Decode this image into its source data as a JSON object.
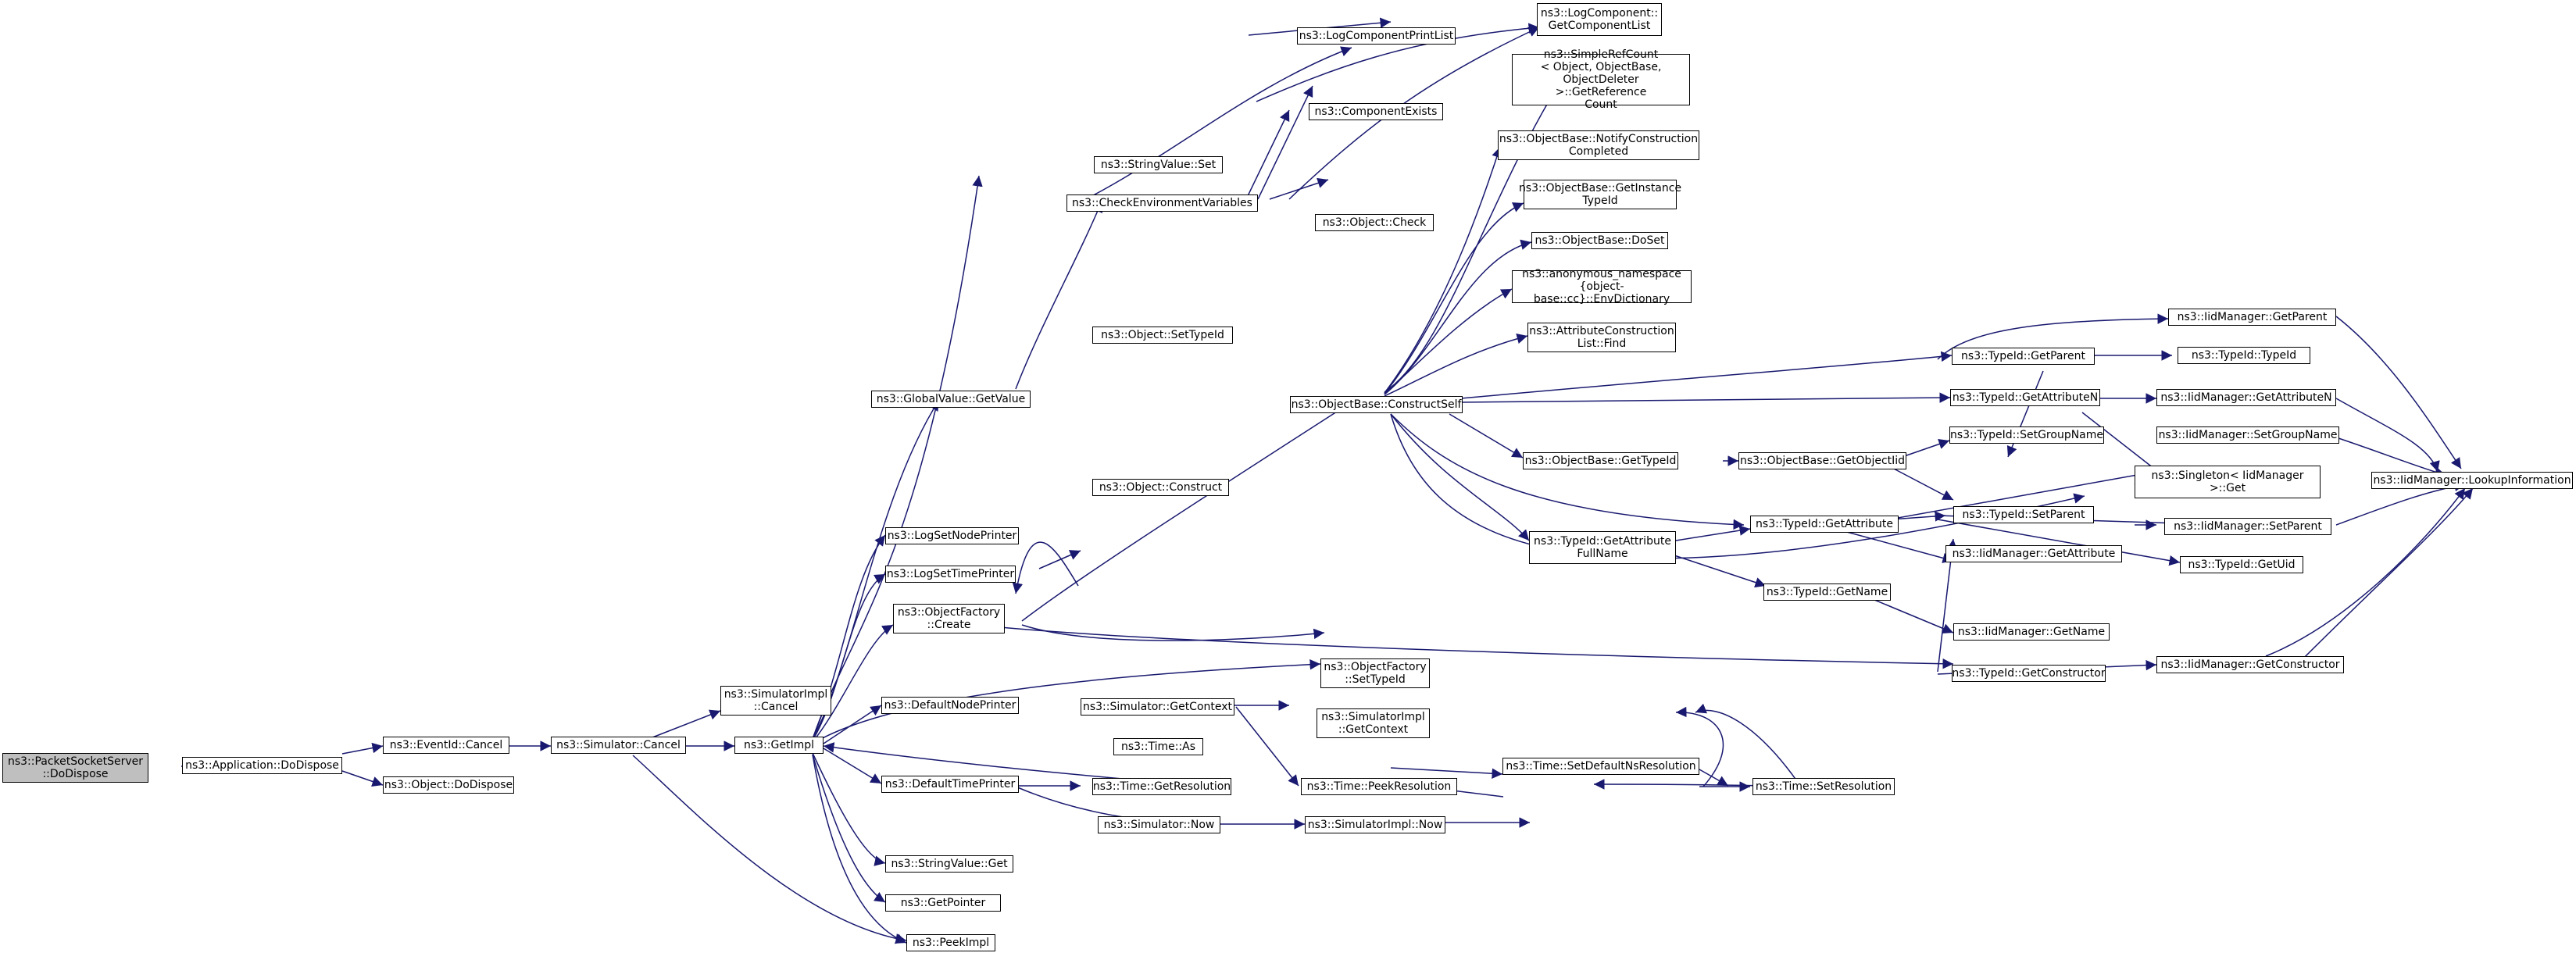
{
  "nodes": {
    "n_root": "ns3::PacketSocketServer\n::DoDispose",
    "n_app": "ns3::Application::DoDispose",
    "n_eid": "ns3::EventId::Cancel",
    "n_objdis": "ns3::Object::DoDispose",
    "n_simcancel": "ns3::Simulator::Cancel",
    "n_simimplcancel": "ns3::SimulatorImpl\n::Cancel",
    "n_getimpl": "ns3::GetImpl",
    "n_globalget": "ns3::GlobalValue::GetValue",
    "n_stringset": "ns3::StringValue::Set",
    "n_checkenv": "ns3::CheckEnvironmentVariables",
    "n_logprint": "ns3::LogComponentPrintList",
    "n_logcomplist": "ns3::LogComponent::\nGetComponentList",
    "n_compexists": "ns3::ComponentExists",
    "n_lognode": "ns3::LogSetNodePrinter",
    "n_logtime": "ns3::LogSetTimePrinter",
    "n_ofcreate": "ns3::ObjectFactory\n::Create",
    "n_defnode": "ns3::DefaultNodePrinter",
    "n_deftime": "ns3::DefaultTimePrinter",
    "n_strget": "ns3::StringValue::Get",
    "n_getptr": "ns3::GetPointer",
    "n_peekimpl": "ns3::PeekImpl",
    "n_objsettid": "ns3::Object::SetTypeId",
    "n_objcheck": "ns3::Object::Check",
    "n_objconstruct": "ns3::Object::Construct",
    "n_ofsettid": "ns3::ObjectFactory\n::SetTypeId",
    "n_simgetctx": "ns3::Simulator::GetContext",
    "n_simimplctx": "ns3::SimulatorImpl\n::GetContext",
    "n_timeas": "ns3::Time::As",
    "n_timegetres": "ns3::Time::GetResolution",
    "n_simnow": "ns3::Simulator::Now",
    "n_simimplnow": "ns3::SimulatorImpl::Now",
    "n_timepeek": "ns3::Time::PeekResolution",
    "n_timesetdef": "ns3::Time::SetDefaultNsResolution",
    "n_timesetres": "ns3::Time::SetResolution",
    "n_obconstruct": "ns3::ObjectBase::ConstructSelf",
    "n_simplerc": "ns3::SimpleRefCount\n< Object, ObjectBase,\nObjectDeleter >::GetReference\nCount",
    "n_obnotify": "ns3::ObjectBase::NotifyConstruction\nCompleted",
    "n_obgetinst": "ns3::ObjectBase::GetInstance\nTypeId",
    "n_obdoset": "ns3::ObjectBase::DoSet",
    "n_anon": "ns3::anonymous_namespace\n{object-base::cc}::EnvDictionary",
    "n_attrfind": "ns3::AttributeConstruction\nList::Find",
    "n_obgettid": "ns3::ObjectBase::GetTypeId",
    "n_tidgetattrfull": "ns3::TypeId::GetAttribute\nFullName",
    "n_obgetoiid": "ns3::ObjectBase::GetObjectIid",
    "n_tidgetattr": "ns3::TypeId::GetAttribute",
    "n_tidgetname": "ns3::TypeId::GetName",
    "n_tidgetparent": "ns3::TypeId::GetParent",
    "n_tidgetattrn": "ns3::TypeId::GetAttributeN",
    "n_tidsetgroup": "ns3::TypeId::SetGroupName",
    "n_tidsetparent": "ns3::TypeId::SetParent",
    "n_iidgetattr": "ns3::IidManager::GetAttribute",
    "n_iidgetname": "ns3::IidManager::GetName",
    "n_tidgetctor": "ns3::TypeId::GetConstructor",
    "n_iidgetparent": "ns3::IidManager::GetParent",
    "n_tidtid": "ns3::TypeId::TypeId",
    "n_iidgetattrn": "ns3::IidManager::GetAttributeN",
    "n_iidsetgroup": "ns3::IidManager::SetGroupName",
    "n_singleton": "ns3::Singleton< IidManager\n>::Get",
    "n_iidsetparent": "ns3::IidManager::SetParent",
    "n_tidgetuid": "ns3::TypeId::GetUid",
    "n_iidgetctor": "ns3::IidManager::GetConstructor",
    "n_iidlookup": "ns3::IidManager::LookupInformation"
  },
  "colors": {
    "edge": "#191970",
    "root_fill": "#bfbfbf",
    "node_border": "#000000"
  }
}
